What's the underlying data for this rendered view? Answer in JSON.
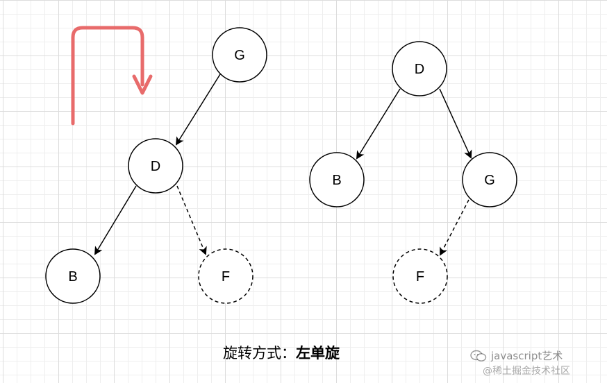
{
  "diagram": {
    "nodes": {
      "left_G": "G",
      "left_D": "D",
      "left_B": "B",
      "left_F": "F",
      "right_D": "D",
      "right_B": "B",
      "right_G": "G",
      "right_F": "F"
    },
    "rotation_arrow_color": "#e86b6b",
    "caption": {
      "prefix": "旋转方式：",
      "emphasis": "左单旋"
    }
  },
  "watermark": {
    "line1": "javascript艺术",
    "line2": "@稀土掘金技术社区"
  }
}
